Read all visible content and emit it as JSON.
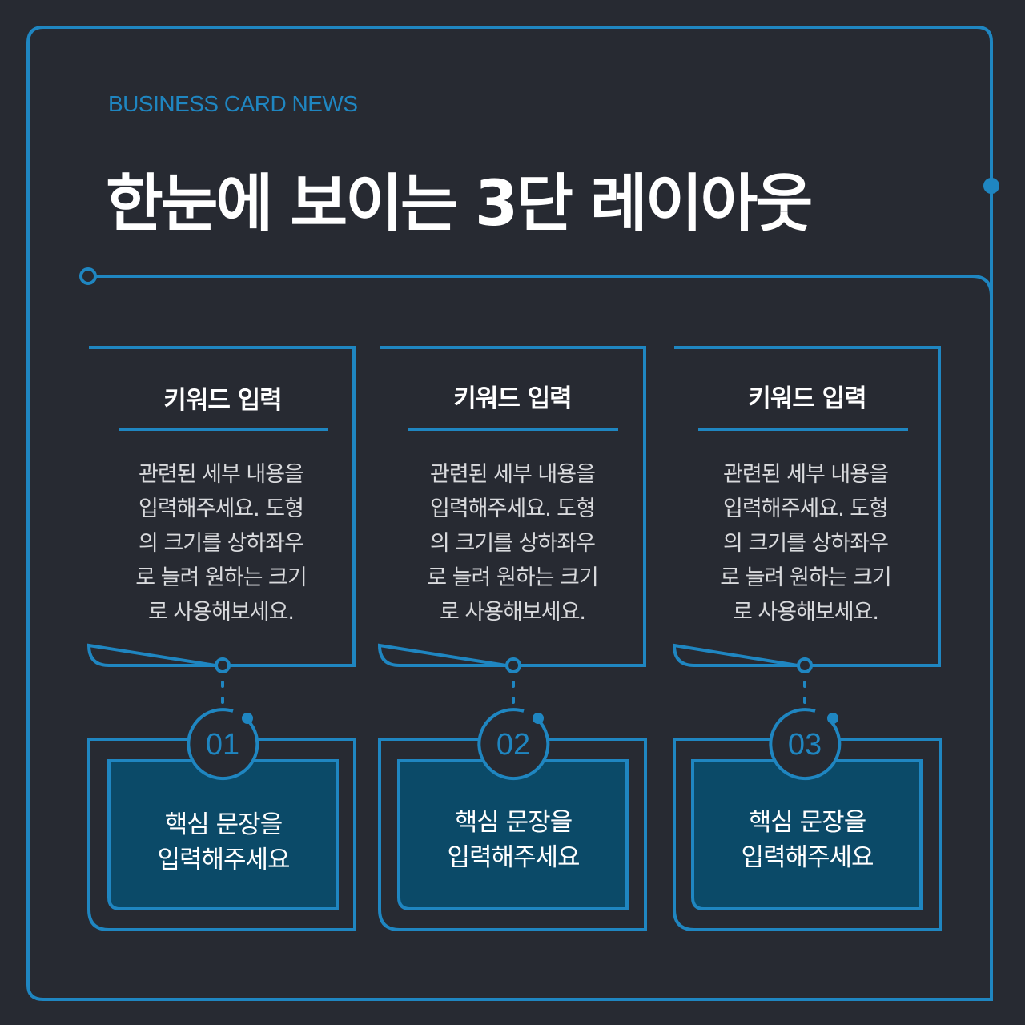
{
  "header": {
    "eyebrow": "BUSINESS CARD NEWS",
    "title": "한눈에 보이는 3단 레이아웃"
  },
  "colors": {
    "background": "#272a32",
    "accent": "#1f86c1",
    "panel_fill": "#0b4a68",
    "text": "#ffffff",
    "body_text": "#d9dadd"
  },
  "columns": [
    {
      "title": "키워드 입력",
      "body_lines": [
        "관련된 세부 내용을",
        "입력해주세요. 도형",
        "의 크기를 상하좌우",
        "로 늘려 원하는 크기",
        "로 사용해보세요."
      ],
      "number": "01",
      "key_lines": [
        "핵심 문장을",
        "입력해주세요"
      ]
    },
    {
      "title": "키워드 입력",
      "body_lines": [
        "관련된 세부 내용을",
        "입력해주세요. 도형",
        "의 크기를 상하좌우",
        "로 늘려 원하는 크기",
        "로 사용해보세요."
      ],
      "number": "02",
      "key_lines": [
        "핵심 문장을",
        "입력해주세요"
      ]
    },
    {
      "title": "키워드 입력",
      "body_lines": [
        "관련된 세부 내용을",
        "입력해주세요. 도형",
        "의 크기를 상하좌우",
        "로 늘려 원하는 크기",
        "로 사용해보세요."
      ],
      "number": "03",
      "key_lines": [
        "핵심 문장을",
        "입력해주세요"
      ]
    }
  ]
}
